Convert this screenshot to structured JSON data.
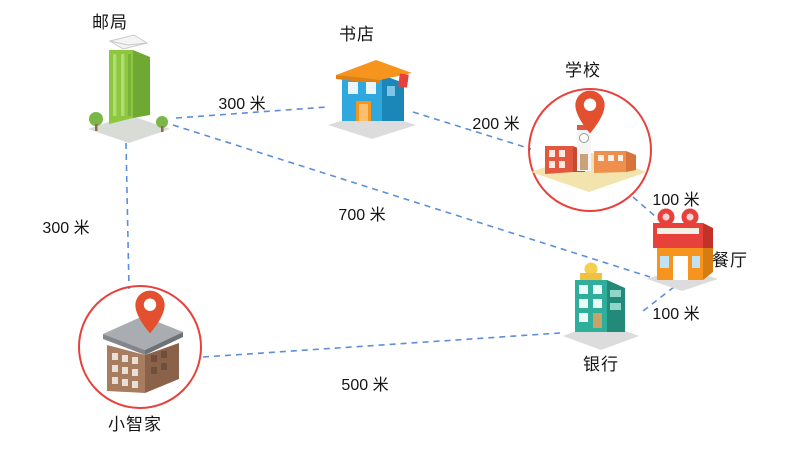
{
  "diagram": {
    "type": "distance-map",
    "background": "#ffffff"
  },
  "nodes": [
    {
      "id": "post-office",
      "label": "邮局",
      "highlighted": false
    },
    {
      "id": "bookstore",
      "label": "书店",
      "highlighted": false
    },
    {
      "id": "school",
      "label": "学校",
      "highlighted": true
    },
    {
      "id": "restaurant",
      "label": "餐厅",
      "highlighted": false
    },
    {
      "id": "bank",
      "label": "银行",
      "highlighted": false
    },
    {
      "id": "home",
      "label": "小智家",
      "highlighted": true
    }
  ],
  "edges": [
    {
      "from": "邮局",
      "to": "书店",
      "label": "300 米"
    },
    {
      "from": "书店",
      "to": "学校",
      "label": "200 米"
    },
    {
      "from": "学校",
      "to": "餐厅",
      "label": "100 米"
    },
    {
      "from": "餐厅",
      "to": "银行",
      "label": "100 米"
    },
    {
      "from": "邮局",
      "to": "小智家",
      "label": "300 米"
    },
    {
      "from": "邮局",
      "to": "餐厅",
      "label": "700 米"
    },
    {
      "from": "小智家",
      "to": "银行",
      "label": "500 米"
    }
  ],
  "colors": {
    "line": "#5b8fd9",
    "highlight_circle": "#e8413c",
    "pin": "#e2502f"
  }
}
